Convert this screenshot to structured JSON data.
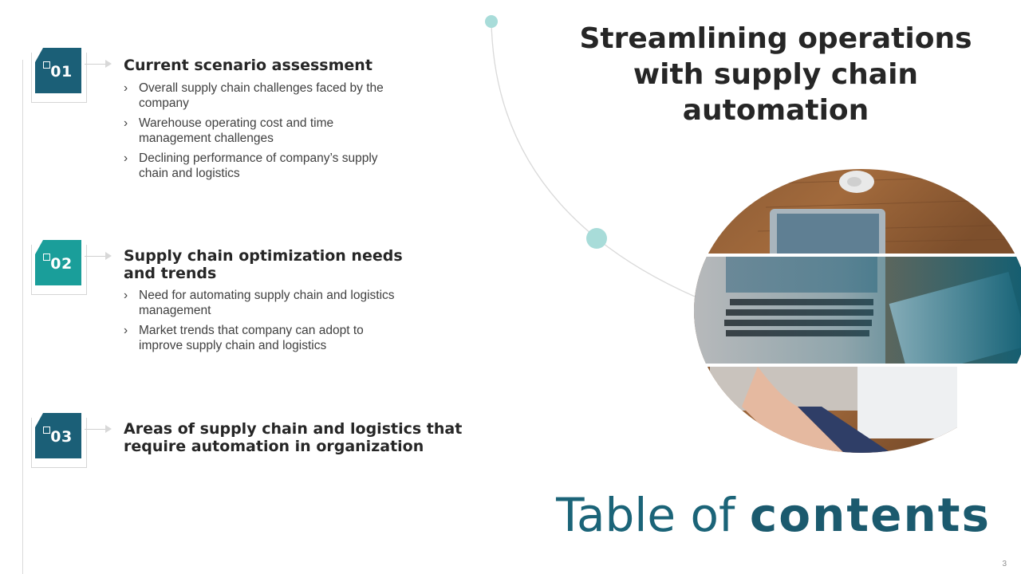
{
  "title": "Streamlining operations with supply chain automation",
  "toc_heading": {
    "regular": "Table of",
    "bold": "contents"
  },
  "page_number": "3",
  "sections": [
    {
      "number": "01",
      "title": "Current scenario assessment",
      "color": "#1b5f77",
      "bullets": [
        "Overall supply chain challenges faced by the company",
        "Warehouse operating cost and time management challenges",
        "Declining performance of company’s supply chain and logistics"
      ]
    },
    {
      "number": "02",
      "title": "Supply chain optimization needs and trends",
      "color": "#1a9e9a",
      "bullets": [
        "Need for automating supply chain and logistics management",
        "Market trends that company can adopt to improve supply chain and logistics"
      ]
    },
    {
      "number": "03",
      "title": "Areas of supply chain and logistics that require automation in organization",
      "color": "#1b5f77",
      "bullets": []
    }
  ],
  "bullet_icon": "chevron-right-icon",
  "image": "laptop-on-desk-photo",
  "colors": {
    "teal_dark": "#1b5f77",
    "teal_light": "#1a9e9a",
    "accent_dot": "#a8dcd9",
    "heading": "#1b6478"
  }
}
